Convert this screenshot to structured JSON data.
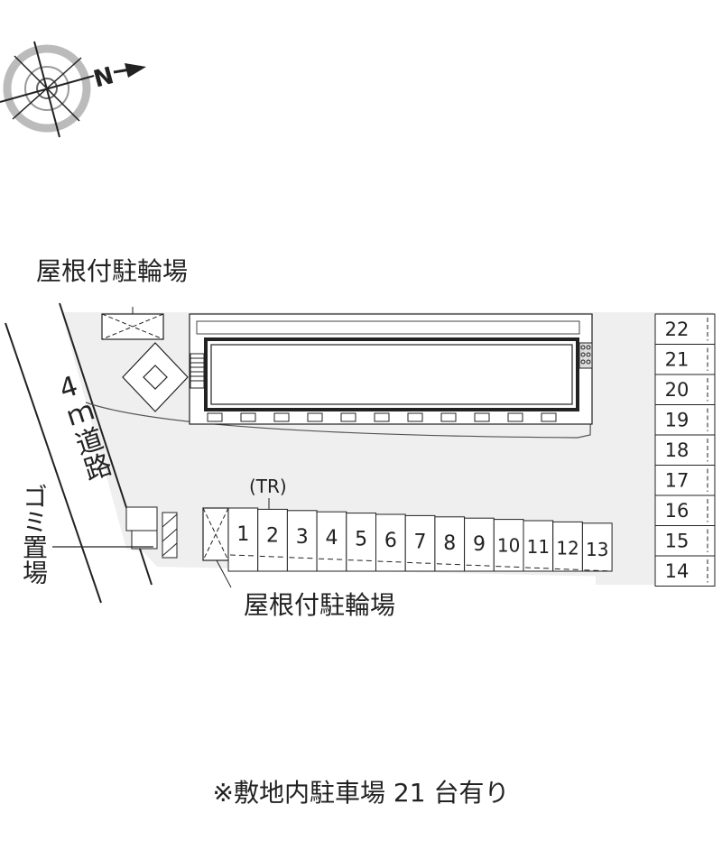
{
  "compass": {
    "direction_letter": "N",
    "icon": "compass-icon"
  },
  "labels": {
    "bike_parking_top": "屋根付駐輪場",
    "bike_parking_bottom": "屋根付駐輪場",
    "road": "4ｍ道路",
    "garbage": "ゴミ置場",
    "trunk_room": "(TR)",
    "footnote": "※敷地内駐車場 21 台有り"
  },
  "parking_bottom_row": [
    "1",
    "2",
    "3",
    "4",
    "5",
    "6",
    "7",
    "8",
    "9",
    "10",
    "11",
    "12",
    "13"
  ],
  "parking_right_column": [
    "22",
    "21",
    "20",
    "19",
    "18",
    "17",
    "16",
    "15",
    "14"
  ],
  "colors": {
    "lot_fill": "#efefef",
    "line": "#222222",
    "building_fill": "#ffffff",
    "hatch_fill": "#dcdcdc"
  }
}
